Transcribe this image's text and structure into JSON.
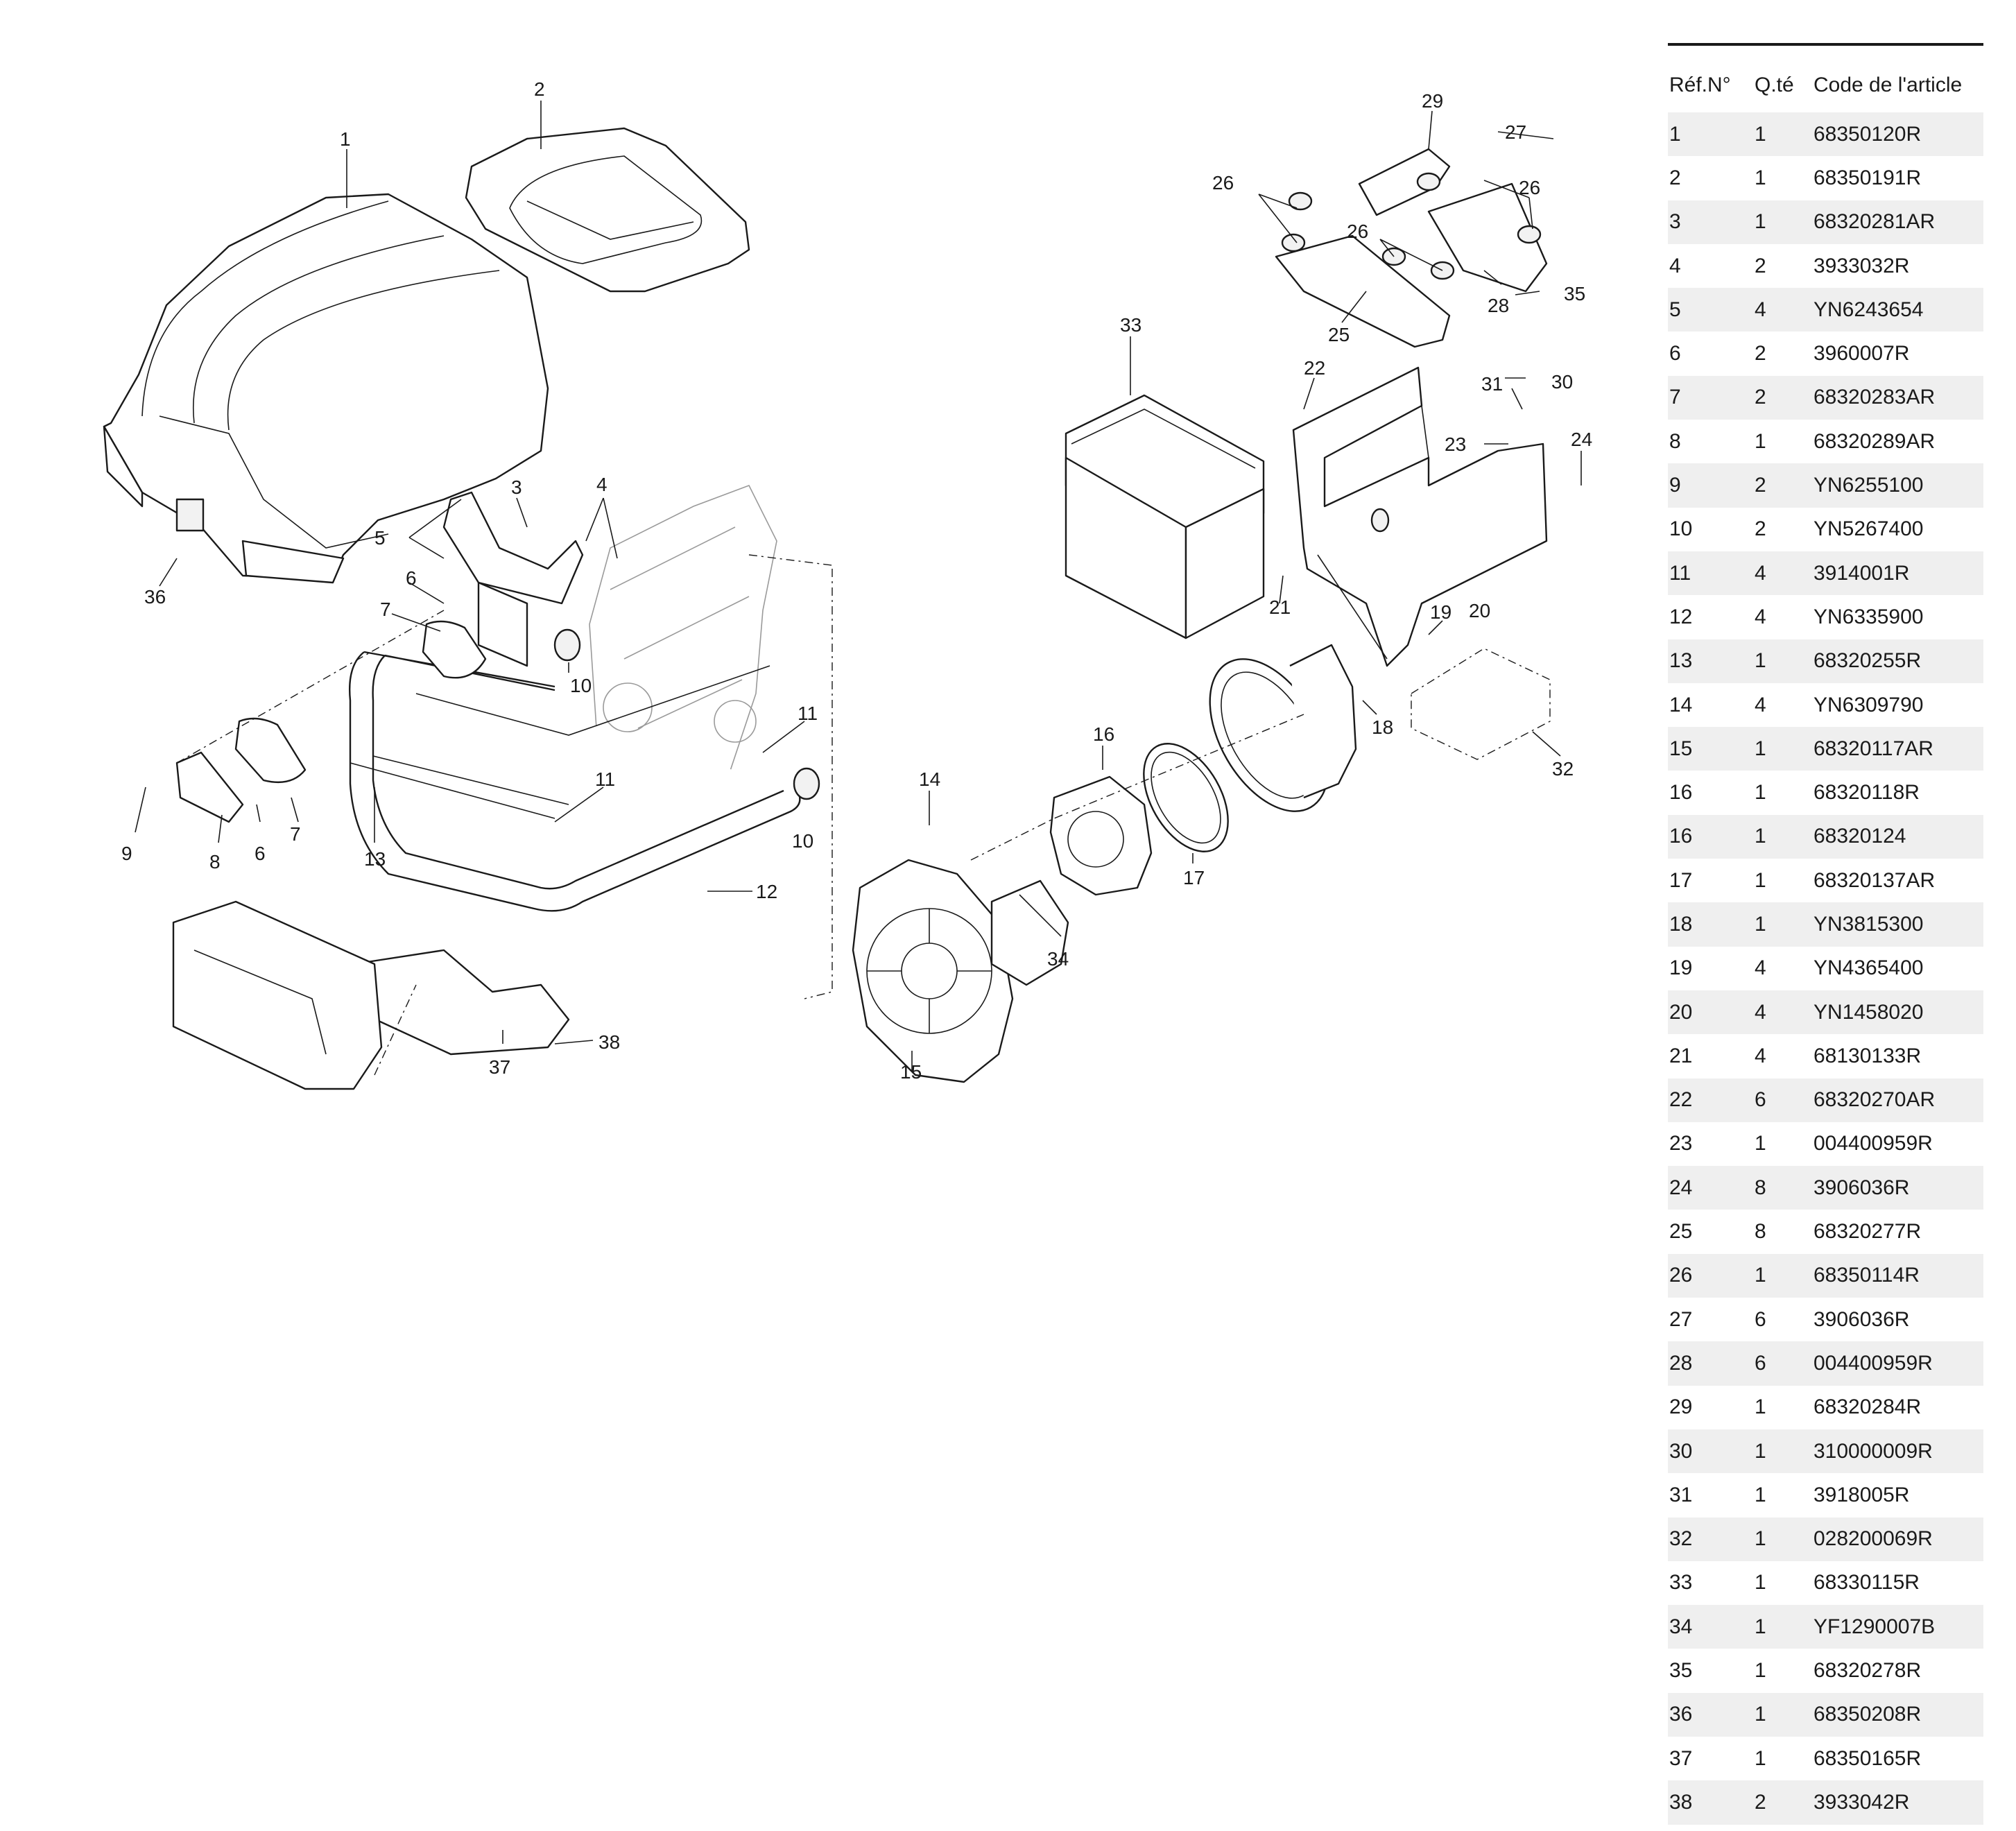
{
  "callouts": [
    "1",
    "2",
    "3",
    "4",
    "5",
    "6",
    "7",
    "8",
    "9",
    "10",
    "11",
    "12",
    "13",
    "14",
    "15",
    "16",
    "17",
    "18",
    "19",
    "20",
    "21",
    "22",
    "23",
    "24",
    "25",
    "26",
    "27",
    "28",
    "29",
    "30",
    "31",
    "32",
    "33",
    "34",
    "35",
    "36",
    "37",
    "38"
  ],
  "table": {
    "headers": {
      "ref": "Réf.N°",
      "qty": "Q.té",
      "code": "Code de l'article"
    },
    "rows": [
      {
        "ref": "1",
        "qty": "1",
        "code": "68350120R"
      },
      {
        "ref": "2",
        "qty": "1",
        "code": "68350191R"
      },
      {
        "ref": "3",
        "qty": "1",
        "code": "68320281AR"
      },
      {
        "ref": "4",
        "qty": "2",
        "code": "3933032R"
      },
      {
        "ref": "5",
        "qty": "4",
        "code": "YN6243654"
      },
      {
        "ref": "6",
        "qty": "2",
        "code": "3960007R"
      },
      {
        "ref": "7",
        "qty": "2",
        "code": "68320283AR"
      },
      {
        "ref": "8",
        "qty": "1",
        "code": "68320289AR"
      },
      {
        "ref": "9",
        "qty": "2",
        "code": "YN6255100"
      },
      {
        "ref": "10",
        "qty": "2",
        "code": "YN5267400"
      },
      {
        "ref": "11",
        "qty": "4",
        "code": "3914001R"
      },
      {
        "ref": "12",
        "qty": "4",
        "code": "YN6335900"
      },
      {
        "ref": "13",
        "qty": "1",
        "code": "68320255R"
      },
      {
        "ref": "14",
        "qty": "4",
        "code": "YN6309790"
      },
      {
        "ref": "15",
        "qty": "1",
        "code": "68320117AR"
      },
      {
        "ref": "16",
        "qty": "1",
        "code": "68320118R"
      },
      {
        "ref": "16",
        "qty": "1",
        "code": "68320124"
      },
      {
        "ref": "17",
        "qty": "1",
        "code": "68320137AR"
      },
      {
        "ref": "18",
        "qty": "1",
        "code": "YN3815300"
      },
      {
        "ref": "19",
        "qty": "4",
        "code": "YN4365400"
      },
      {
        "ref": "20",
        "qty": "4",
        "code": "YN1458020"
      },
      {
        "ref": "21",
        "qty": "4",
        "code": "68130133R"
      },
      {
        "ref": "22",
        "qty": "6",
        "code": "68320270AR"
      },
      {
        "ref": "23",
        "qty": "1",
        "code": "004400959R"
      },
      {
        "ref": "24",
        "qty": "8",
        "code": "3906036R"
      },
      {
        "ref": "25",
        "qty": "8",
        "code": "68320277R"
      },
      {
        "ref": "26",
        "qty": "1",
        "code": "68350114R"
      },
      {
        "ref": "27",
        "qty": "6",
        "code": "3906036R"
      },
      {
        "ref": "28",
        "qty": "6",
        "code": "004400959R"
      },
      {
        "ref": "29",
        "qty": "1",
        "code": "68320284R"
      },
      {
        "ref": "30",
        "qty": "1",
        "code": "310000009R"
      },
      {
        "ref": "31",
        "qty": "1",
        "code": "3918005R"
      },
      {
        "ref": "32",
        "qty": "1",
        "code": "028200069R"
      },
      {
        "ref": "33",
        "qty": "1",
        "code": "68330115R"
      },
      {
        "ref": "34",
        "qty": "1",
        "code": "YF1290007B"
      },
      {
        "ref": "35",
        "qty": "1",
        "code": "68320278R"
      },
      {
        "ref": "36",
        "qty": "1",
        "code": "68350208R"
      },
      {
        "ref": "37",
        "qty": "1",
        "code": "68350165R"
      },
      {
        "ref": "38",
        "qty": "2",
        "code": "3933042R"
      }
    ]
  }
}
